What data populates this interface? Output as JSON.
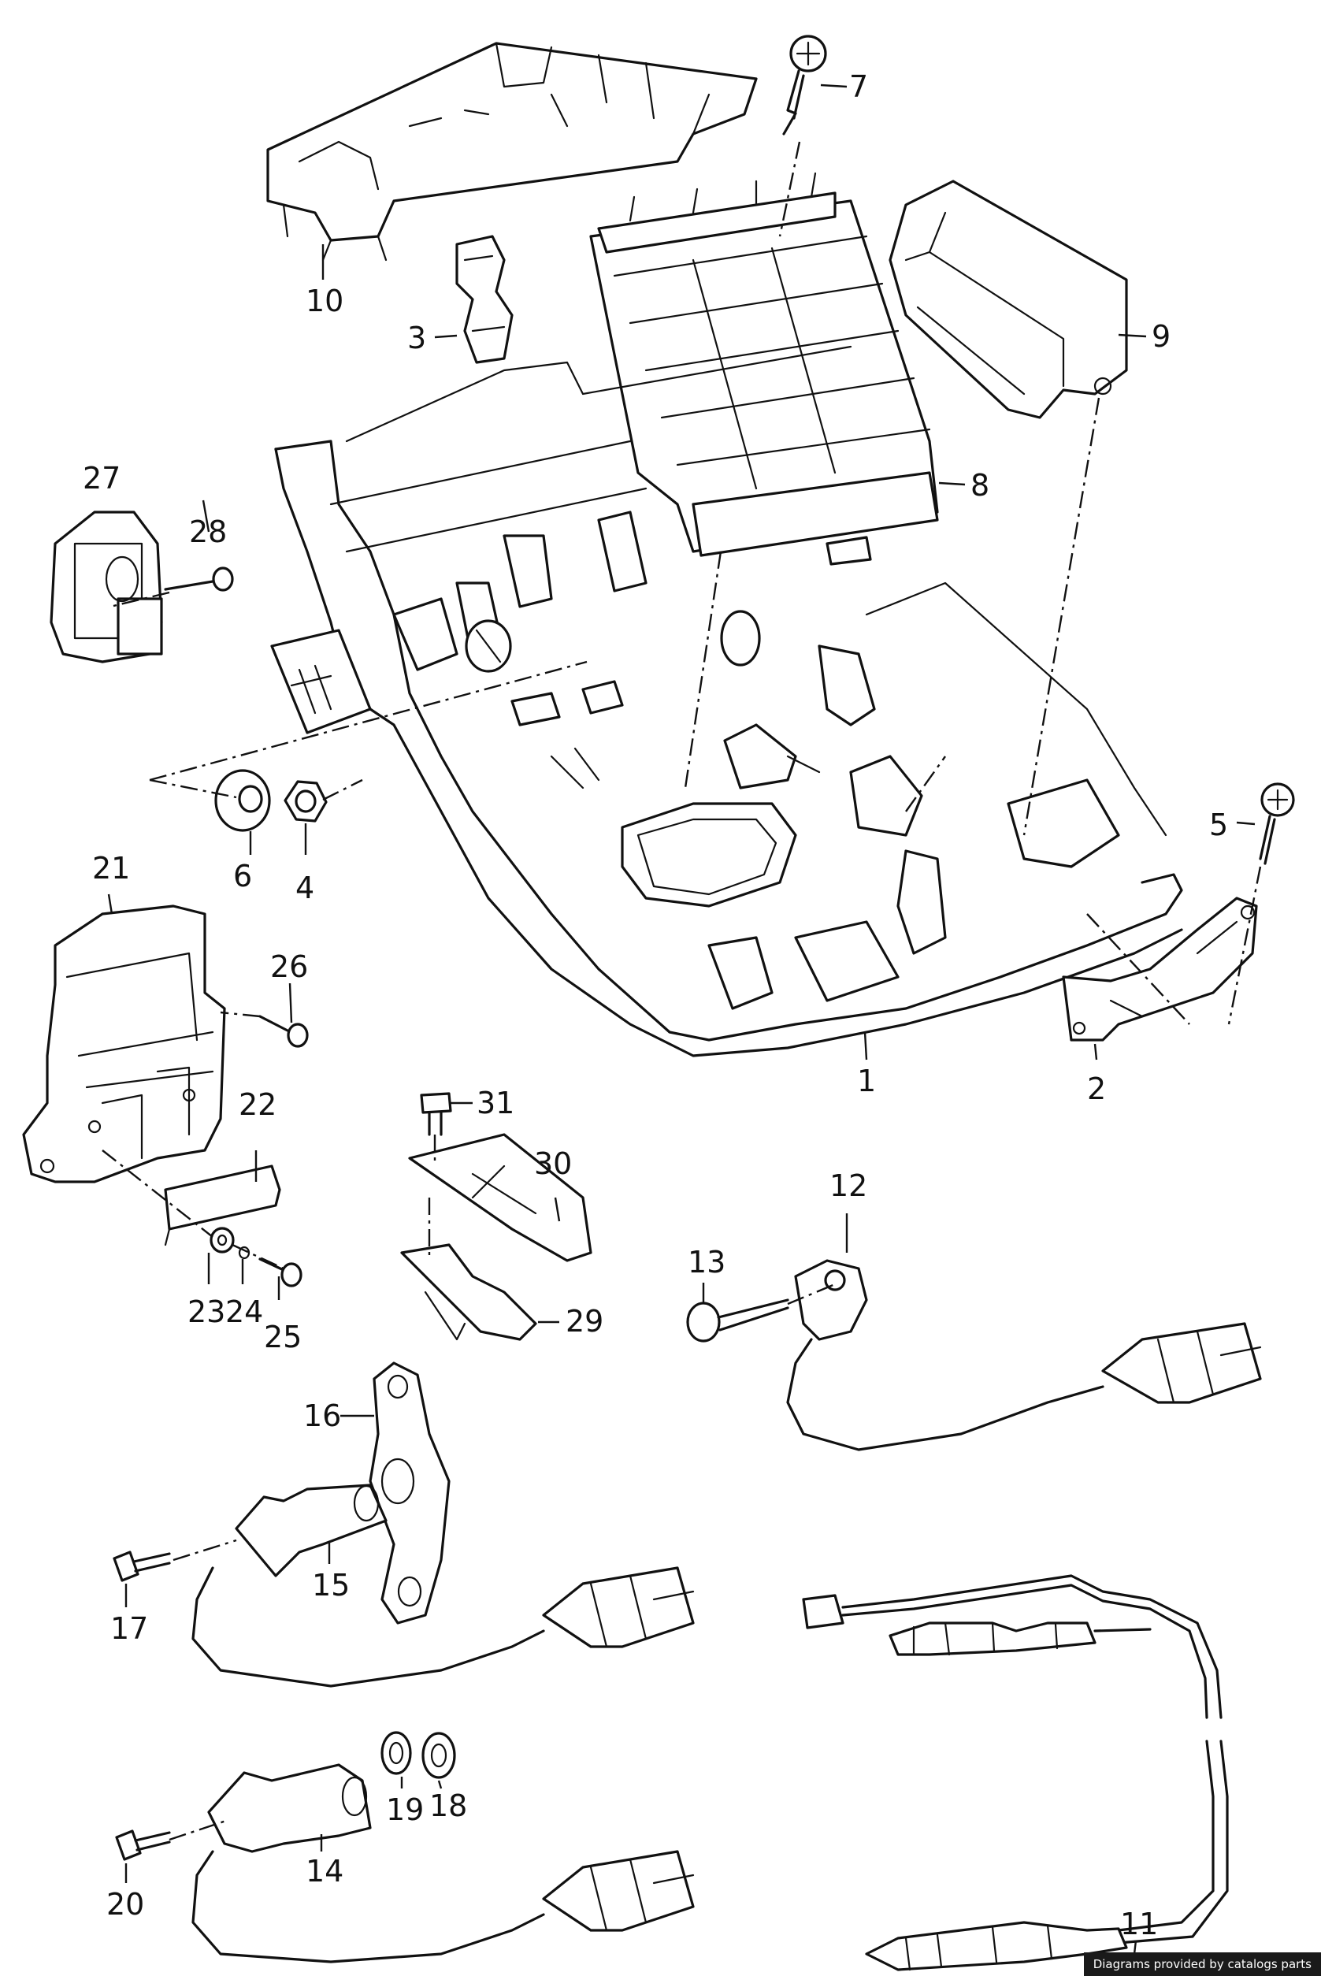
{
  "callouts": {
    "c1": "1",
    "c2": "2",
    "c3": "3",
    "c4": "4",
    "c5": "5",
    "c6": "6",
    "c7": "7",
    "c8": "8",
    "c9": "9",
    "c10": "10",
    "c11": "11",
    "c12": "12",
    "c13": "13",
    "c14": "14",
    "c15": "15",
    "c16": "16",
    "c17": "17",
    "c18": "18",
    "c19": "19",
    "c20": "20",
    "c21": "21",
    "c22": "22",
    "c23": "23",
    "c24": "24",
    "c25": "25",
    "c26": "26",
    "c27": "27",
    "c28": "28",
    "c29": "29",
    "c30": "30",
    "c31": "31"
  },
  "credit": "Diagrams provided by catalogs parts"
}
